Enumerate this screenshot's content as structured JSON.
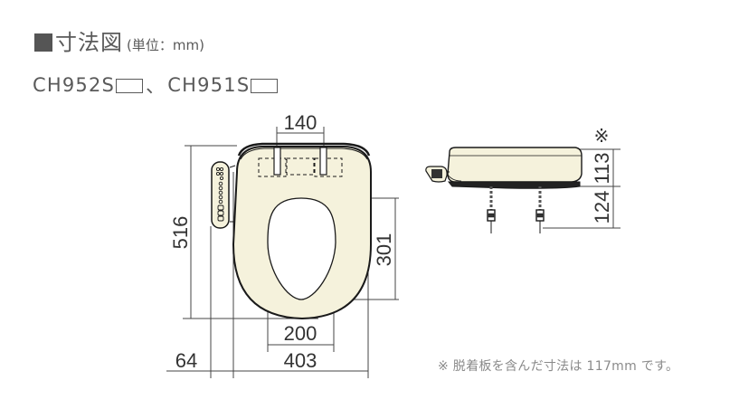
{
  "heading": {
    "marker": "■",
    "title": "寸法図",
    "unit": "(単位：mm)"
  },
  "models": {
    "model_1": "CH952S",
    "separator": "、",
    "model_2": "CH951S",
    "placeholder_box": "□"
  },
  "top_view": {
    "dimensions": {
      "hinge_spacing": "140",
      "total_length": "516",
      "opening_length": "301",
      "opening_width": "200",
      "seat_width": "403",
      "remote_offset": "64"
    }
  },
  "side_view": {
    "marker": "※",
    "dimensions": {
      "seat_height": "113",
      "bolt_length": "124"
    }
  },
  "note": {
    "text": "※ 脱着板を含んだ寸法は 117mm です。"
  },
  "colors": {
    "seat_fill": "#f5f2dc",
    "outline": "#1a1a1a",
    "dimension_line": "#444444",
    "text": "#333333",
    "note_text": "#8a8a8a"
  }
}
